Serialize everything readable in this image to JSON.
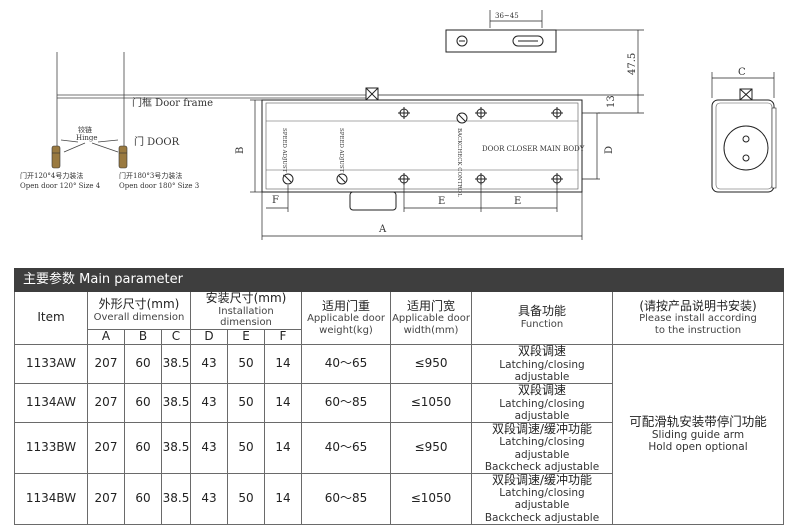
{
  "drawing": {
    "dim_36_45": "36~45",
    "dim_47_5": "47.5",
    "dim_13": "13",
    "dim_B": "B",
    "dim_D": "D",
    "dim_C": "C",
    "dim_F": "F",
    "dim_E": "E",
    "dim_A": "A",
    "label_door_frame": "门框 Door frame",
    "label_door": "门 DOOR",
    "label_hinge_cn": "铰链",
    "label_hinge_en": "Hinge",
    "label_120_cn": "门开120°4号力装法",
    "label_120_en": "Open door 120° Size 4",
    "label_180_cn": "门开180°3号力装法",
    "label_180_en": "Open door 180° Size 3",
    "body_label": "DOOR CLOSER MAIN BODY",
    "speed_1": "SPEED ADJUST II",
    "speed_2": "SPEED ADJUST I",
    "backcheck": "BACKCHECK CONTROL"
  },
  "table": {
    "header": "主要参数 Main parameter",
    "col_item": "Item",
    "col_overall_cn": "外形尺寸(mm)",
    "col_overall_en": "Overall dimension",
    "col_install_cn": "安装尺寸(mm)",
    "col_install_en": "Installation dimension",
    "col_weight_cn": "适用门重",
    "col_weight_en1": "Applicable door",
    "col_weight_en2": "weight(kg)",
    "col_width_cn": "适用门宽",
    "col_width_en1": "Applicable door",
    "col_width_en2": "width(mm)",
    "col_function_cn": "具备功能",
    "col_function_en": "Function",
    "col_note_cn": "(请按产品说明书安装)",
    "col_note_en1": "Please install according",
    "col_note_en2": "to the instruction",
    "sub": [
      "A",
      "B",
      "C",
      "D",
      "E",
      "F"
    ],
    "rows": [
      {
        "item": "1133AW",
        "A": "207",
        "B": "60",
        "C": "38.5",
        "D": "43",
        "E": "50",
        "F": "14",
        "weight": "40～65",
        "width": "≤950",
        "func_cn": "双段调速",
        "func_en1": "Latching/closing adjustable",
        "func_en2": ""
      },
      {
        "item": "1134AW",
        "A": "207",
        "B": "60",
        "C": "38.5",
        "D": "43",
        "E": "50",
        "F": "14",
        "weight": "60～85",
        "width": "≤1050",
        "func_cn": "双段调速",
        "func_en1": "Latching/closing adjustable",
        "func_en2": ""
      },
      {
        "item": "1133BW",
        "A": "207",
        "B": "60",
        "C": "38.5",
        "D": "43",
        "E": "50",
        "F": "14",
        "weight": "40～65",
        "width": "≤950",
        "func_cn": "双段调速/缓冲功能",
        "func_en1": "Latching/closing adjustable",
        "func_en2": "Backcheck adjustable"
      },
      {
        "item": "1134BW",
        "A": "207",
        "B": "60",
        "C": "38.5",
        "D": "43",
        "E": "50",
        "F": "14",
        "weight": "60～85",
        "width": "≤1050",
        "func_cn": "双段调速/缓冲功能",
        "func_en1": "Latching/closing adjustable",
        "func_en2": "Backcheck adjustable"
      }
    ],
    "optional_cn": "可配滑轨安装带停门功能",
    "optional_en1": "Sliding guide arm",
    "optional_en2": "Hold open optional"
  }
}
